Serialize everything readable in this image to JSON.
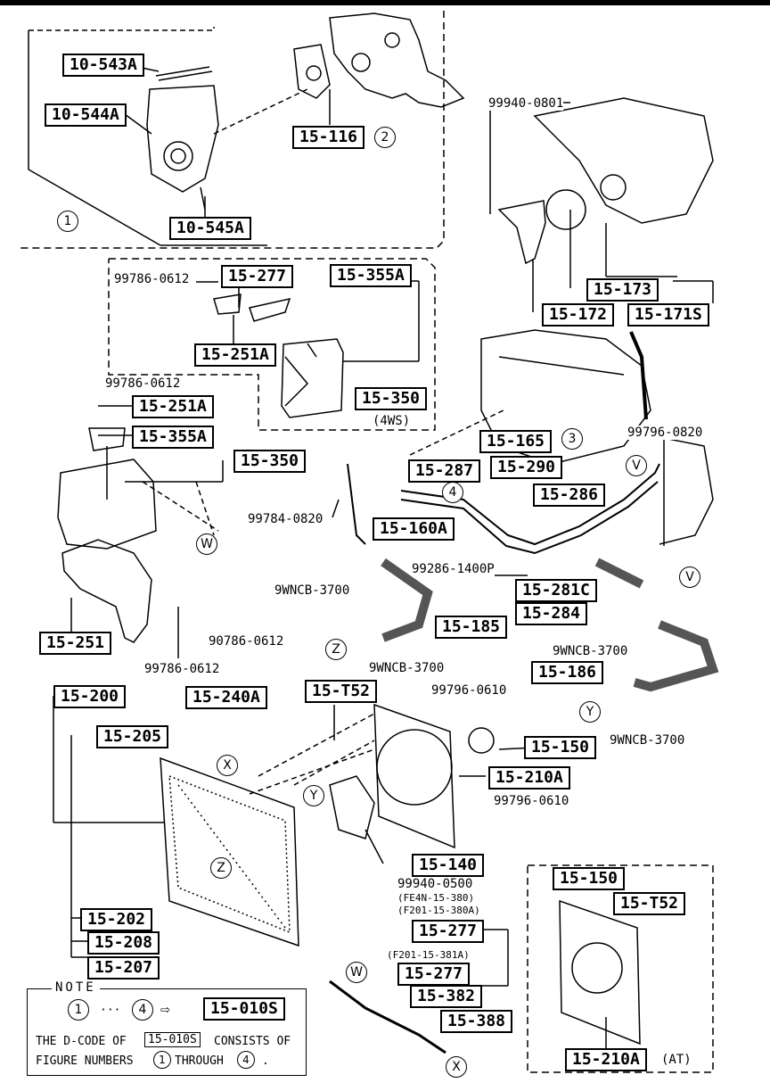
{
  "parts": {
    "p10_543A": "10-543A",
    "p10_544A": "10-544A",
    "p10_545A": "10-545A",
    "p15_116": "15-116",
    "p15_277_top": "15-277",
    "p15_355A_top": "15-355A",
    "p15_251A_top": "15-251A",
    "p15_350_top": "15-350",
    "p15_251A": "15-251A",
    "p15_355A": "15-355A",
    "p15_350": "15-350",
    "p15_251": "15-251",
    "p15_173": "15-173",
    "p15_172": "15-172",
    "p15_171S": "15-171S",
    "p15_165": "15-165",
    "p15_287": "15-287",
    "p15_290": "15-290",
    "p15_286": "15-286",
    "p15_160A": "15-160A",
    "p15_281C": "15-281C",
    "p15_284": "15-284",
    "p15_185": "15-185",
    "p15_186": "15-186",
    "p15_200": "15-200",
    "p15_240A": "15-240A",
    "p15_T52": "15-T52",
    "p15_205": "15-205",
    "p15_150": "15-150",
    "p15_210A": "15-210A",
    "p15_140": "15-140",
    "p15_277_a": "15-277",
    "p15_277_b": "15-277",
    "p15_382": "15-382",
    "p15_388": "15-388",
    "p15_202": "15-202",
    "p15_208": "15-208",
    "p15_207": "15-207",
    "p15_150_at": "15-150",
    "p15_T52_at": "15-T52",
    "p15_210A_at": "15-210A",
    "p15_010S": "15-010S"
  },
  "codes": {
    "c99940_0801": "99940-0801",
    "c99786_0612_a": "99786-0612",
    "c99786_0612_b": "99786-0612",
    "c99786_0612_c": "99786-0612",
    "c99784_0820": "99784-0820",
    "c99796_0820": "99796-0820",
    "c99286_1400P": "99286-1400P",
    "c9WNCB_3700_a": "9WNCB-3700",
    "c9WNCB_3700_b": "9WNCB-3700",
    "c9WNCB_3700_c": "9WNCB-3700",
    "c9WNCB_3700_d": "9WNCB-3700",
    "c90786_0612": "90786-0612",
    "c99796_0610_a": "99796-0610",
    "c99796_0610_b": "99796-0610",
    "c99940_0500": "99940-0500",
    "fe4n": "(FE4N-15-380)",
    "f201_380A": "(F201-15-380A)",
    "f201_381A": "(F201-15-381A)",
    "ws4": "(4WS)",
    "at": "(AT)"
  },
  "callouts": {
    "one": "1",
    "two": "2",
    "three": "3",
    "four": "4",
    "V": "V",
    "W": "W",
    "X": "X",
    "Y": "Y",
    "Z": "Z"
  },
  "note": {
    "title": "NOTE",
    "range_sep": "···",
    "arrow": "⇨",
    "text1": "THE D-CODE OF",
    "text2": "CONSISTS OF",
    "text3": "FIGURE NUMBERS",
    "text4": "THROUGH",
    "text5": "."
  }
}
